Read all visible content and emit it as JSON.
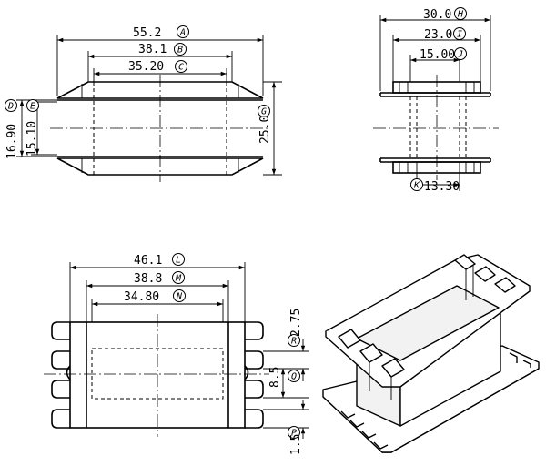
{
  "dimensions": {
    "A": {
      "value": "55.2",
      "letter": "A"
    },
    "B": {
      "value": "38.1",
      "letter": "B"
    },
    "C": {
      "value": "35.20",
      "letter": "C"
    },
    "D": {
      "value": "16.90",
      "letter": "D"
    },
    "E": {
      "value": "15.10",
      "letter": "E"
    },
    "G": {
      "value": "25.0",
      "letter": "G"
    },
    "H": {
      "value": "30.0",
      "letter": "H"
    },
    "I": {
      "value": "23.0",
      "letter": "I"
    },
    "J": {
      "value": "15.00",
      "letter": "J"
    },
    "K": {
      "value": "13.30",
      "letter": "K"
    },
    "L": {
      "value": "46.1",
      "letter": "L"
    },
    "M": {
      "value": "38.8",
      "letter": "M"
    },
    "N": {
      "value": "34.80",
      "letter": "N"
    },
    "R": {
      "value": "2.75",
      "letter": "R"
    },
    "Q": {
      "value": "8.5",
      "letter": "Q"
    },
    "P": {
      "value": "1.5",
      "letter": "P"
    }
  }
}
